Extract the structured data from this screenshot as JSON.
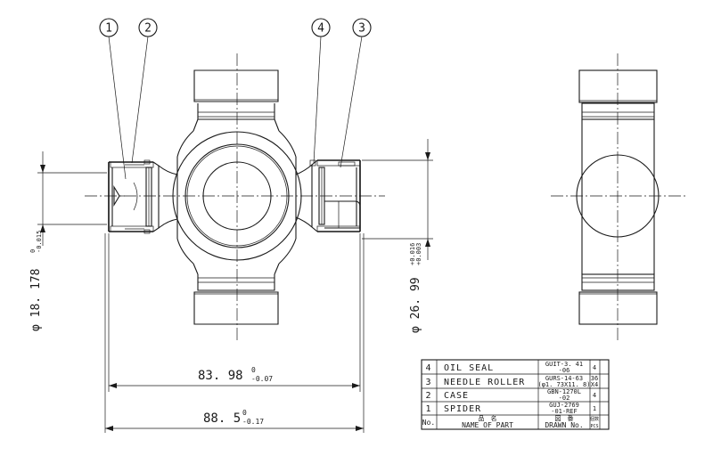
{
  "balloons": [
    {
      "number": "1"
    },
    {
      "number": "2"
    },
    {
      "number": "4"
    },
    {
      "number": "3"
    }
  ],
  "dimensions": {
    "overall_inner": {
      "value": "83. 98",
      "tol_upper": "0",
      "tol_lower": "-0.07"
    },
    "overall_outer": {
      "value": "88. 5",
      "tol_upper": "0",
      "tol_lower": "-0.17"
    },
    "left_diameter": {
      "value": "φ 18. 178",
      "tol_upper": "0",
      "tol_lower": "-0.015"
    },
    "right_diameter": {
      "value": "φ 26. 99",
      "tol_upper": "+0.016",
      "tol_lower": "+0.003"
    }
  },
  "parts_table": {
    "header": {
      "no": "No.",
      "name_jp": "品　名",
      "name": "NAME OF PART",
      "drawn_jp": "図　番",
      "drawn": "DRAWN No.",
      "qty_jp": "個数",
      "qty": "PCS"
    },
    "rows": [
      {
        "no": "4",
        "name": "OIL SEAL",
        "drawn_l1": "GUIT-3. 41",
        "drawn_l2": "-06",
        "qty": "4"
      },
      {
        "no": "3",
        "name": "NEEDLE ROLLER",
        "drawn_l1": "GURS-14-63",
        "drawn_l2": "(φ1. 73X11. 8)",
        "qty": "36",
        "qty2": "X4"
      },
      {
        "no": "2",
        "name": "CASE",
        "drawn_l1": "GBN-1270L",
        "drawn_l2": "-02",
        "qty": "4"
      },
      {
        "no": "1",
        "name": "SPIDER",
        "drawn_l1": "GUJ-2769",
        "drawn_l2": "-01-REF",
        "qty": "1"
      }
    ]
  }
}
